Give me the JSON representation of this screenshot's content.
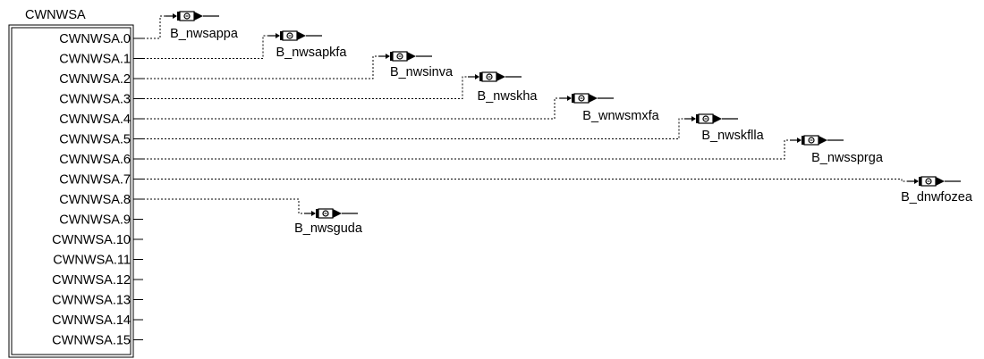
{
  "block": {
    "title": "CWNWSA",
    "pins": [
      "CWNWSA.0",
      "CWNWSA.1",
      "CWNWSA.2",
      "CWNWSA.3",
      "CWNWSA.4",
      "CWNWSA.5",
      "CWNWSA.6",
      "CWNWSA.7",
      "CWNWSA.8",
      "CWNWSA.9",
      "CWNWSA.10",
      "CWNWSA.11",
      "CWNWSA.12",
      "CWNWSA.13",
      "CWNWSA.14",
      "CWNWSA.15"
    ]
  },
  "outputs": [
    {
      "pin": 0,
      "label": "B_nwsappa"
    },
    {
      "pin": 1,
      "label": "B_nwsapkfa"
    },
    {
      "pin": 2,
      "label": "B_nwsinva"
    },
    {
      "pin": 3,
      "label": "B_nwskha"
    },
    {
      "pin": 4,
      "label": "B_wnwsmxfa"
    },
    {
      "pin": 5,
      "label": "B_nwskflla"
    },
    {
      "pin": 6,
      "label": "B_nwssprga"
    },
    {
      "pin": 7,
      "label": "B_dnwfozea"
    },
    {
      "pin": 8,
      "label": "B_nwsguda"
    }
  ]
}
